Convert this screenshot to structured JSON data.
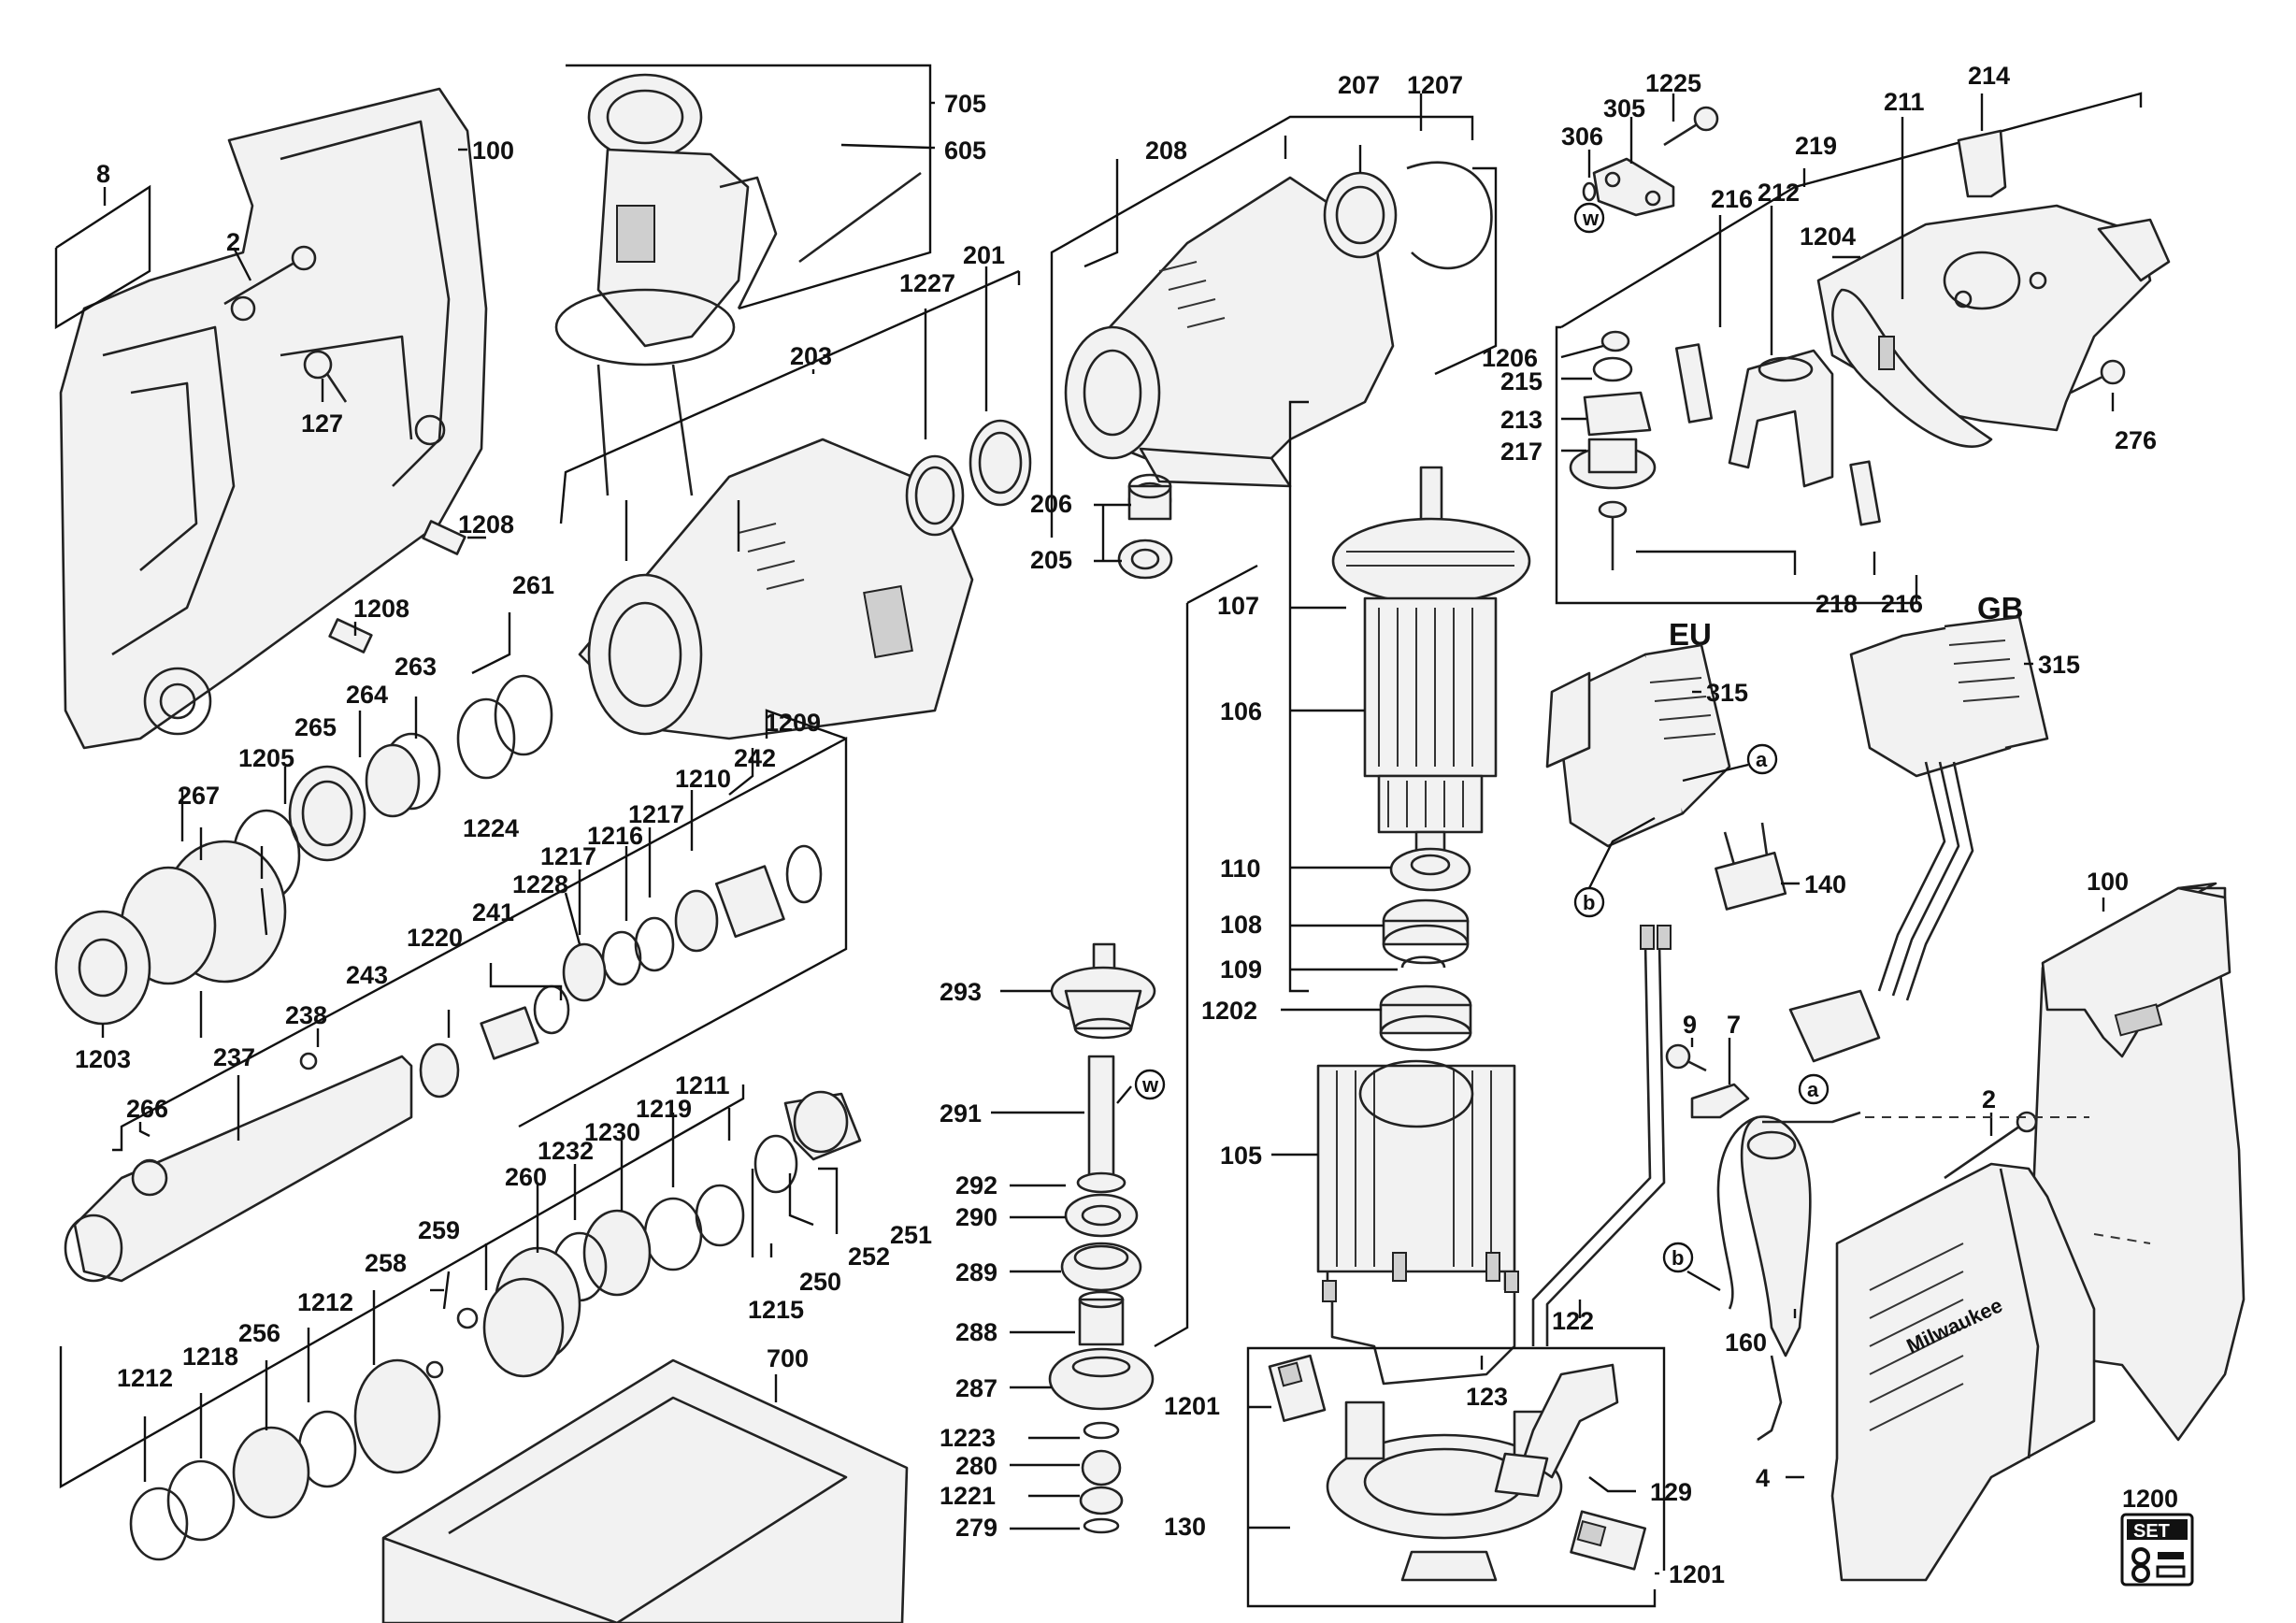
{
  "callouts": {
    "c8": "8",
    "c2a": "2",
    "c127": "127",
    "c100a": "100",
    "c1208a": "1208",
    "c1208b": "1208",
    "c705": "705",
    "c605": "605",
    "c203": "203",
    "c1227": "1227",
    "c201": "201",
    "c261": "261",
    "c263": "263",
    "c264": "264",
    "c265": "265",
    "c1224": "1224",
    "c1205": "1205",
    "c267": "267",
    "c1203": "1203",
    "c1209": "1209",
    "c242": "242",
    "c1210": "1210",
    "c1217a": "1217",
    "c1217b": "1217",
    "c1216": "1216",
    "c1228": "1228",
    "c241": "241",
    "c1220": "1220",
    "c243": "243",
    "c238": "238",
    "c237": "237",
    "c266": "266",
    "c1211": "1211",
    "c1219": "1219",
    "c1230": "1230",
    "c1232": "1232",
    "c260": "260",
    "c259": "259",
    "c251": "251",
    "c252": "252",
    "c250": "250",
    "c1215": "1215",
    "c1212a": "1212",
    "c1212b": "1212",
    "c1218": "1218",
    "c256": "256",
    "c258": "258",
    "c700": "700",
    "c208": "208",
    "c207": "207",
    "c1207": "1207",
    "c206": "206",
    "c205": "205",
    "c293": "293",
    "c291": "291",
    "c292": "292",
    "c290": "290",
    "c289": "289",
    "c288": "288",
    "c287": "287",
    "c1223": "1223",
    "c280": "280",
    "c1221": "1221",
    "c279": "279",
    "c107": "107",
    "c106": "106",
    "c110": "110",
    "c108": "108",
    "c109": "109",
    "c1202": "1202",
    "c105": "105",
    "c122": "122",
    "c123": "123",
    "c1201a": "1201",
    "c1201b": "1201",
    "c129": "129",
    "c130": "130",
    "c1225": "1225",
    "c305": "305",
    "c306": "306",
    "c214": "214",
    "c211": "211",
    "c219": "219",
    "c216a": "216",
    "c212": "212",
    "c1204": "1204",
    "c1206": "1206",
    "c215": "215",
    "c213": "213",
    "c217": "217",
    "c276": "276",
    "c218": "218",
    "c216b": "216",
    "c315a": "315",
    "c315b": "315",
    "c140": "140",
    "c100b": "100",
    "c9": "9",
    "c7": "7",
    "c2b": "2",
    "c160": "160",
    "c4": "4",
    "c1200": "1200"
  },
  "region_labels": {
    "eu": "EU",
    "gb": "GB"
  },
  "circle_markers": {
    "w1": "w",
    "w2": "w",
    "a1": "a",
    "a2": "a",
    "b1": "b",
    "b2": "b"
  },
  "set_badge": {
    "label": "SET"
  },
  "brand_text": "Milwaukee"
}
